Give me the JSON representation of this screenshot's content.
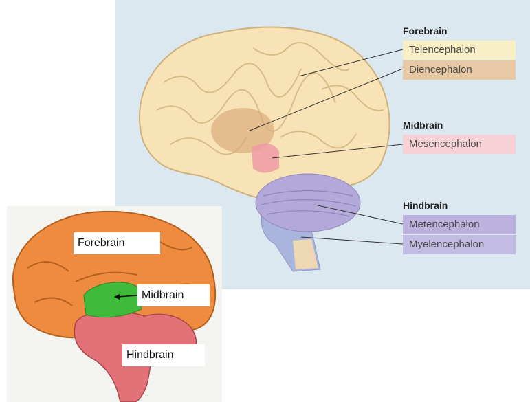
{
  "main_figure": {
    "groups": [
      {
        "heading": "Forebrain",
        "regions": [
          {
            "label": "Telencephalon",
            "color": "#f9efc6"
          },
          {
            "label": "Diencephalon",
            "color": "#e7c9a6"
          }
        ]
      },
      {
        "heading": "Midbrain",
        "regions": [
          {
            "label": "Mesencephalon",
            "color": "#f6d1d6"
          }
        ]
      },
      {
        "heading": "Hindbrain",
        "regions": [
          {
            "label": "Metencephalon",
            "color": "#bcb1dc"
          },
          {
            "label": "Myelencephalon",
            "color": "#c2bce2"
          }
        ]
      }
    ]
  },
  "inset_figure": {
    "labels": {
      "forebrain": "Forebrain",
      "midbrain": "Midbrain",
      "hindbrain": "Hindbrain"
    },
    "colors": {
      "forebrain": "#ef8b3e",
      "midbrain": "#3fba3a",
      "hindbrain": "#e27278"
    }
  }
}
